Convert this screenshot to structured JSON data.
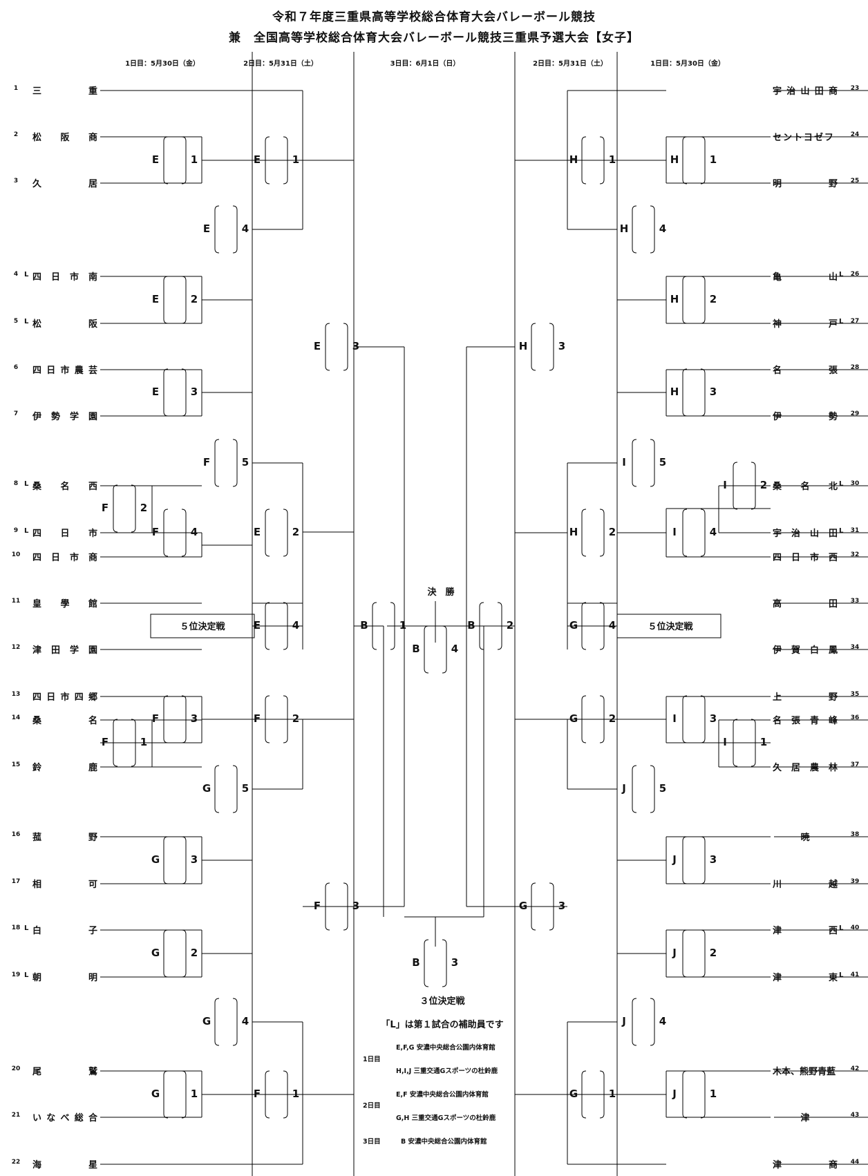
{
  "title": {
    "line1": "令和７年度三重県高等学校総合体育大会バレーボール競技",
    "line2": "兼　全国高等学校総合体育大会バレーボール競技三重県予選大会【女子】"
  },
  "days": {
    "left1": "1日目：5月30日（金）",
    "left2": "2日目：5月31日（土）",
    "center": "3日目：6月1日（日）",
    "right2": "2日目：5月31日（土）",
    "right1": "1日目：5月30日（金）"
  },
  "left_teams": [
    {
      "no": "1",
      "l": "",
      "name": "三重"
    },
    {
      "no": "2",
      "l": "",
      "name": "松阪商"
    },
    {
      "no": "3",
      "l": "",
      "name": "久居"
    },
    {
      "no": "4",
      "l": "L",
      "name": "四日市南"
    },
    {
      "no": "5",
      "l": "L",
      "name": "松阪"
    },
    {
      "no": "6",
      "l": "",
      "name": "四日市農芸"
    },
    {
      "no": "7",
      "l": "",
      "name": "伊勢学園"
    },
    {
      "no": "8",
      "l": "L",
      "name": "桑名西"
    },
    {
      "no": "9",
      "l": "L",
      "name": "四日市"
    },
    {
      "no": "10",
      "l": "",
      "name": "四日市商"
    },
    {
      "no": "11",
      "l": "",
      "name": "皇學館"
    },
    {
      "no": "12",
      "l": "",
      "name": "津田学園"
    },
    {
      "no": "13",
      "l": "",
      "name": "四日市四郷"
    },
    {
      "no": "14",
      "l": "",
      "name": "桑名"
    },
    {
      "no": "15",
      "l": "",
      "name": "鈴鹿"
    },
    {
      "no": "16",
      "l": "",
      "name": "菰野"
    },
    {
      "no": "17",
      "l": "",
      "name": "相可"
    },
    {
      "no": "18",
      "l": "L",
      "name": "白子"
    },
    {
      "no": "19",
      "l": "L",
      "name": "朝明"
    },
    {
      "no": "20",
      "l": "",
      "name": "尾鷲"
    },
    {
      "no": "21",
      "l": "",
      "name": "いなべ総合"
    },
    {
      "no": "22",
      "l": "",
      "name": "海星"
    }
  ],
  "right_teams": [
    {
      "no": "23",
      "l": "",
      "name": "宇治山田商"
    },
    {
      "no": "24",
      "l": "",
      "name": "セントヨゼフ"
    },
    {
      "no": "25",
      "l": "",
      "name": "明野"
    },
    {
      "no": "26",
      "l": "L",
      "name": "亀山"
    },
    {
      "no": "27",
      "l": "L",
      "name": "神戸"
    },
    {
      "no": "28",
      "l": "",
      "name": "名張"
    },
    {
      "no": "29",
      "l": "",
      "name": "伊勢"
    },
    {
      "no": "30",
      "l": "L",
      "name": "桑名北"
    },
    {
      "no": "31",
      "l": "L",
      "name": "宇治山田"
    },
    {
      "no": "32",
      "l": "",
      "name": "四日市西"
    },
    {
      "no": "33",
      "l": "",
      "name": "高田"
    },
    {
      "no": "34",
      "l": "",
      "name": "伊賀白鳳"
    },
    {
      "no": "35",
      "l": "",
      "name": "上野"
    },
    {
      "no": "36",
      "l": "",
      "name": "名張青峰"
    },
    {
      "no": "37",
      "l": "",
      "name": "久居農林"
    },
    {
      "no": "38",
      "l": "",
      "name": "暁"
    },
    {
      "no": "39",
      "l": "",
      "name": "川越"
    },
    {
      "no": "40",
      "l": "L",
      "name": "津西"
    },
    {
      "no": "41",
      "l": "L",
      "name": "津東"
    },
    {
      "no": "42",
      "l": "",
      "name": "木本、熊野青藍"
    },
    {
      "no": "43",
      "l": "",
      "name": "津"
    },
    {
      "no": "44",
      "l": "",
      "name": "津商"
    }
  ],
  "matches": [
    {
      "c": "E",
      "n": "1"
    },
    {
      "c": "E",
      "n": "1"
    },
    {
      "c": "E",
      "n": "4"
    },
    {
      "c": "E",
      "n": "2"
    },
    {
      "c": "E",
      "n": "3"
    },
    {
      "c": "E",
      "n": "3"
    },
    {
      "c": "F",
      "n": "5"
    },
    {
      "c": "F",
      "n": "2"
    },
    {
      "c": "F",
      "n": "4"
    },
    {
      "c": "E",
      "n": "2"
    },
    {
      "c": "E",
      "n": "4"
    },
    {
      "c": "F",
      "n": "3"
    },
    {
      "c": "F",
      "n": "1"
    },
    {
      "c": "F",
      "n": "2"
    },
    {
      "c": "G",
      "n": "5"
    },
    {
      "c": "G",
      "n": "3"
    },
    {
      "c": "F",
      "n": "3"
    },
    {
      "c": "G",
      "n": "2"
    },
    {
      "c": "G",
      "n": "4"
    },
    {
      "c": "G",
      "n": "1"
    },
    {
      "c": "F",
      "n": "1"
    },
    {
      "c": "H",
      "n": "1"
    },
    {
      "c": "H",
      "n": "1"
    },
    {
      "c": "H",
      "n": "4"
    },
    {
      "c": "H",
      "n": "2"
    },
    {
      "c": "H",
      "n": "3"
    },
    {
      "c": "H",
      "n": "3"
    },
    {
      "c": "I",
      "n": "5"
    },
    {
      "c": "I",
      "n": "2"
    },
    {
      "c": "I",
      "n": "4"
    },
    {
      "c": "H",
      "n": "2"
    },
    {
      "c": "G",
      "n": "4"
    },
    {
      "c": "I",
      "n": "3"
    },
    {
      "c": "I",
      "n": "1"
    },
    {
      "c": "G",
      "n": "2"
    },
    {
      "c": "J",
      "n": "5"
    },
    {
      "c": "J",
      "n": "3"
    },
    {
      "c": "G",
      "n": "3"
    },
    {
      "c": "J",
      "n": "2"
    },
    {
      "c": "J",
      "n": "4"
    },
    {
      "c": "J",
      "n": "1"
    },
    {
      "c": "G",
      "n": "1"
    },
    {
      "c": "B",
      "n": "1"
    },
    {
      "c": "B",
      "n": "2"
    },
    {
      "c": "B",
      "n": "4"
    },
    {
      "c": "B",
      "n": "3"
    }
  ],
  "labels": {
    "final": "決　勝",
    "fifth": "５位決定戦",
    "third": "３位決定戦",
    "l_note": "「L」は第１試合の補助員です"
  },
  "venues": [
    {
      "day": "1日目",
      "lines": [
        "E,F,G 安濃中央総合公園内体育館",
        "H,I,J 三重交通Gスポーツの杜鈴鹿"
      ]
    },
    {
      "day": "2日目",
      "lines": [
        "E,F 安濃中央総合公園内体育館",
        "G,H 三重交通Gスポーツの杜鈴鹿"
      ]
    },
    {
      "day": "3日目",
      "lines": [
        "B 安濃中央総合公園内体育館"
      ]
    }
  ]
}
